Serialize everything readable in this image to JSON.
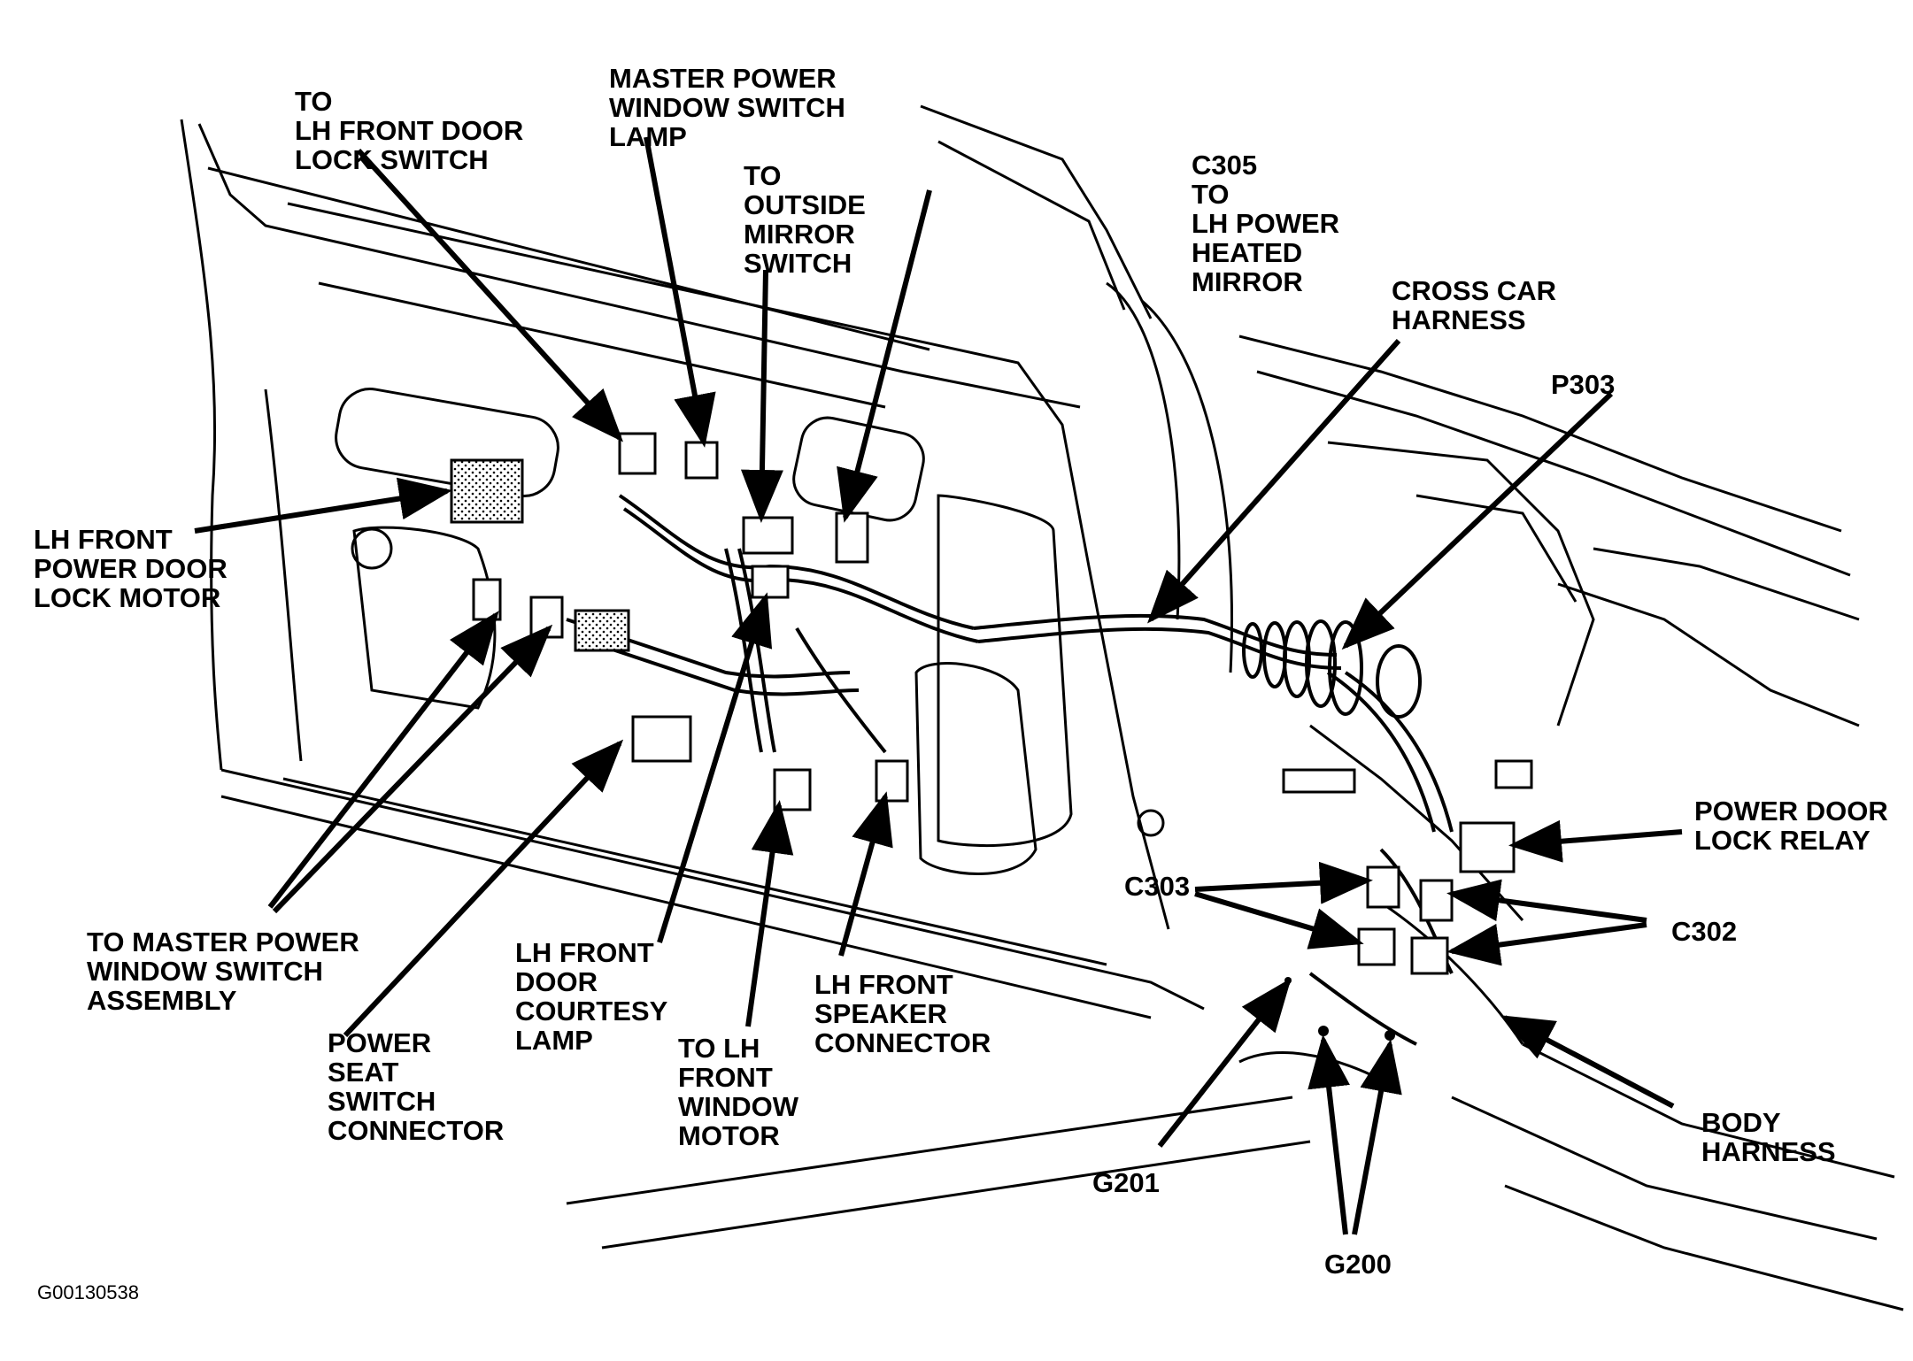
{
  "figure_id": "G00130538",
  "labels": {
    "lh_front_door_lock_switch": [
      "TO",
      "LH FRONT DOOR",
      "LOCK SWITCH"
    ],
    "master_window_switch_lamp": [
      "MASTER POWER",
      "WINDOW SWITCH",
      "LAMP"
    ],
    "outside_mirror_switch": [
      "TO",
      "OUTSIDE",
      "MIRROR",
      "SWITCH"
    ],
    "c305_mirror": [
      "C305",
      "TO",
      "LH POWER",
      "HEATED",
      "MIRROR"
    ],
    "cross_car_harness": [
      "CROSS CAR",
      "HARNESS"
    ],
    "p303": [
      "P303"
    ],
    "lock_motor": [
      "LH FRONT",
      "POWER DOOR",
      "LOCK MOTOR"
    ],
    "power_door_lock_relay": [
      "POWER DOOR",
      "LOCK RELAY"
    ],
    "c303": [
      "C303"
    ],
    "c302": [
      "C302"
    ],
    "master_window_switch_assembly": [
      "TO MASTER POWER",
      "WINDOW SWITCH",
      "ASSEMBLY"
    ],
    "power_seat_switch_connector": [
      "POWER",
      "SEAT",
      "SWITCH",
      "CONNECTOR"
    ],
    "courtesy_lamp": [
      "LH FRONT",
      "DOOR",
      "COURTESY",
      "LAMP"
    ],
    "window_motor": [
      "TO LH",
      "FRONT",
      "WINDOW",
      "MOTOR"
    ],
    "speaker_connector": [
      "LH FRONT",
      "SPEAKER",
      "CONNECTOR"
    ],
    "body_harness": [
      "BODY",
      "HARNESS"
    ],
    "g201": [
      "G201"
    ],
    "g200": [
      "G200"
    ]
  }
}
